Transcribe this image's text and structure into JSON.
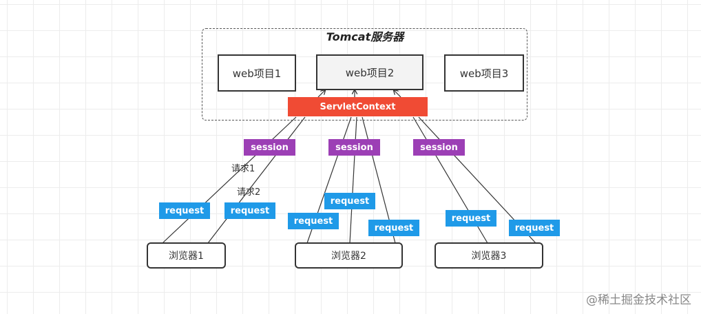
{
  "server": {
    "title": "Tomcat服务器"
  },
  "webapps": [
    {
      "label": "web项目1"
    },
    {
      "label": "web项目2"
    },
    {
      "label": "web项目3"
    }
  ],
  "servlet_context": {
    "label": "ServletContext"
  },
  "sessions": [
    {
      "label": "session"
    },
    {
      "label": "session"
    },
    {
      "label": "session"
    }
  ],
  "requests": [
    {
      "label": "request"
    },
    {
      "label": "request"
    },
    {
      "label": "request"
    },
    {
      "label": "request"
    },
    {
      "label": "request"
    },
    {
      "label": "request"
    },
    {
      "label": "request"
    }
  ],
  "request_labels": [
    {
      "label": "请求1"
    },
    {
      "label": "请求2"
    }
  ],
  "browsers": [
    {
      "label": "浏览器1"
    },
    {
      "label": "浏览器2"
    },
    {
      "label": "浏览器3"
    }
  ],
  "watermark": "@稀土掘金技术社区"
}
